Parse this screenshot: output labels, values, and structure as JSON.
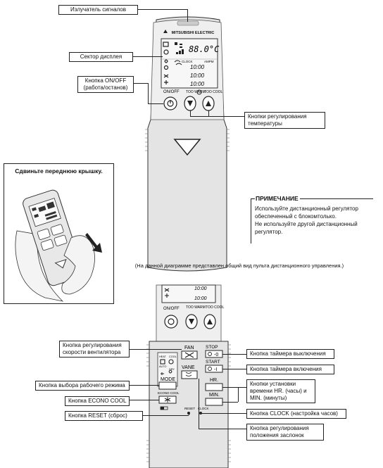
{
  "top": {
    "callouts": {
      "emitter": "Излучатель сигналов",
      "display": "Сектор дисплея",
      "onoff_l1": "Кнопка ON/OFF",
      "onoff_l2": "(работа/останов)",
      "temp_l1": "Кнопки   регулирования",
      "temp_l2": "температуры"
    },
    "remote": {
      "brand": "MITSUBISHI ELECTRIC",
      "temp_readout": "88.0°C",
      "clock_label": "CLOCK",
      "ampm": "AMPM",
      "time1": "10:00",
      "time2": "10:00",
      "time3": "10:00",
      "onoff_label": "ON/OFF",
      "too_warm": "TOO WARM",
      "too_cool": "TOO COOL"
    }
  },
  "slide": {
    "title": "Сдвиньте переднюю крышку."
  },
  "note": {
    "title": "ПРИМЕЧАНИЕ",
    "line1": "Используйте дистанционный регулятор",
    "line2": "обеспеченный с блокомтолько.",
    "line3": "Не используйте другой дистанционный",
    "line4": "регулятор."
  },
  "caption": "(На данной диаграмме представлен общий вид пульта дистанционного управления.)",
  "bottom": {
    "remote": {
      "onoff_label": "ON/OFF",
      "too_warm": "TOO WARM",
      "too_cool": "TOO COOL",
      "fan": "FAN",
      "vane": "VANE",
      "mode": "MODE",
      "econo_cool": "ECONO COOL",
      "reset": "RESET",
      "clock": "CLOCK",
      "stop": "STOP",
      "start": "START",
      "hr": "HR.",
      "min": "MIN.",
      "heat": "HEAT",
      "cool": "COOL",
      "dry": "DRY",
      "auto": "AUTO"
    },
    "callouts": {
      "fan_l1": "Кнопка регулирования",
      "fan_l2": "скорости вентилятора",
      "mode": "Кнопка выбора рабочего режима",
      "econo": "Кнопка ECONO COOL",
      "reset": "Кнопка RESET (сброс)",
      "timer_off": "Кнопка таймера выключения",
      "timer_on": "Кнопка таймера включения",
      "set_l1": "Кнопки установки",
      "set_l2": "времени HR. (часы) и",
      "set_l3": "MIN. (минуты)",
      "clock": "Кнопка CLOCK (настройка часов)",
      "vane_l1": "Кнопка регулирования",
      "vane_l2": "положения заслонок"
    }
  }
}
